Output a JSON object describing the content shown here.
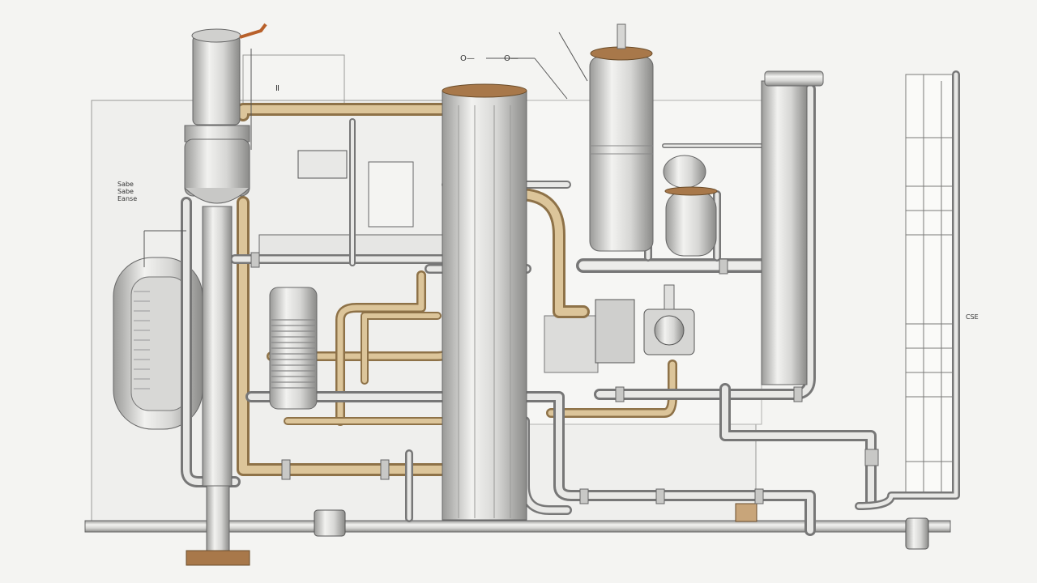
{
  "colors": {
    "background": "#f4f4f2",
    "steel_light": "#e6e6e4",
    "steel_mid": "#c4c4c2",
    "steel_dark": "#8a8a88",
    "brass": "#b89a6a",
    "brass_dark": "#8e7248",
    "copper_cap": "#a8784a",
    "line": "#6a6a6a",
    "panel": "#ececea"
  },
  "labels": {
    "top_callout_a": "O—",
    "top_callout_b": "O—",
    "top_left_tag": "Ⅱ",
    "left_note_1": "Sabe",
    "left_note_2": "Sabe",
    "left_note_3": "Eanse",
    "right_side_tag": "CSE"
  },
  "components": [
    {
      "id": "left-column",
      "type": "vertical-vessel",
      "material": "steel"
    },
    {
      "id": "center-column",
      "type": "tall-column",
      "material": "steel",
      "cap": "copper"
    },
    {
      "id": "right-tank",
      "type": "storage-tank",
      "material": "steel",
      "cap": "copper"
    },
    {
      "id": "round-vessel",
      "type": "spherical-vessel",
      "material": "steel"
    },
    {
      "id": "far-right-column",
      "type": "tall-column",
      "material": "steel"
    },
    {
      "id": "heat-exchanger",
      "type": "finned-cylinder",
      "material": "steel"
    },
    {
      "id": "left-chamber",
      "type": "rounded-chamber",
      "material": "steel"
    },
    {
      "id": "pump-unit",
      "type": "pump",
      "material": "steel"
    },
    {
      "id": "control-panel-upper",
      "type": "panel"
    },
    {
      "id": "control-panel-mid",
      "type": "panel"
    },
    {
      "id": "right-spec-table",
      "type": "spec-table"
    }
  ]
}
